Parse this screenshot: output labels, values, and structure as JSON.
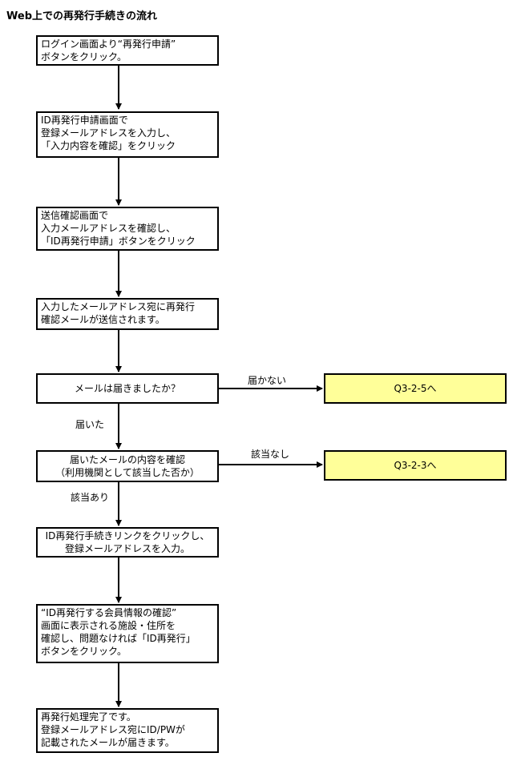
{
  "title": "Web上での再発行手続きの流れ",
  "steps": [
    {
      "lines": [
        "ログイン画面より“再発行申請”",
        "ボタンをクリック。"
      ]
    },
    {
      "lines": [
        "ID再発行申請画面で",
        "登録メールアドレスを入力し、",
        "「入力内容を確認」をクリック"
      ]
    },
    {
      "lines": [
        "送信確認画面で",
        "入力メールアドレスを確認し、",
        "「ID再発行申請」ボタンをクリック"
      ]
    },
    {
      "lines": [
        "入力したメールアドレス宛に再発行",
        "確認メールが送信されます。"
      ]
    },
    {
      "lines": [
        "メールは届きましたか？"
      ]
    },
    {
      "lines": [
        "届いたメールの内容を確認",
        "（利用機関として該当した否か）"
      ]
    },
    {
      "lines": [
        "ID再発行手続きリンクをクリックし、",
        "登録メールアドレスを入力。"
      ]
    },
    {
      "lines": [
        "“ID再発行する会員情報の確認”",
        "画面に表示される施設・住所を",
        "確認し、問題なければ「ID再発行」",
        "ボタンをクリック。"
      ]
    },
    {
      "lines": [
        "再発行処理完了です。",
        "登録メールアドレス宛にID/PWが",
        "記載されたメールが届きます。"
      ]
    }
  ],
  "branches": {
    "not_arrived_label": "届かない",
    "not_arrived_target": "Q3-2-5へ",
    "arrived_label": "届いた",
    "not_applicable_label": "該当なし",
    "not_applicable_target": "Q3-2-3へ",
    "applicable_label": "該当あり"
  }
}
